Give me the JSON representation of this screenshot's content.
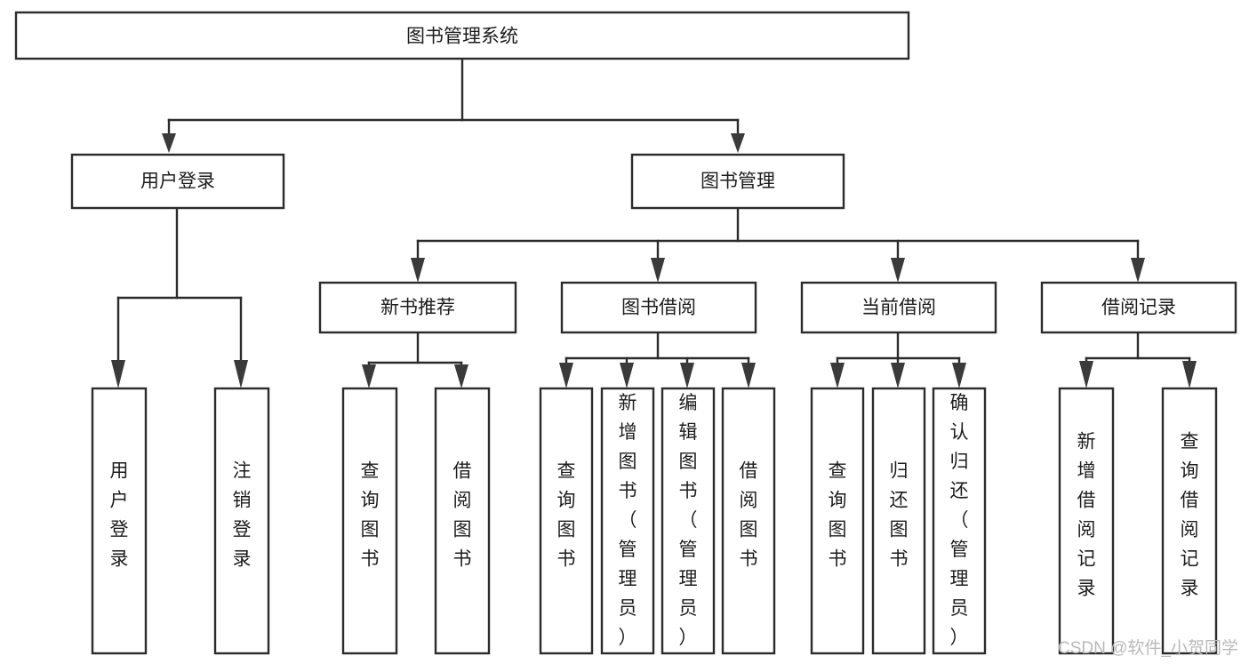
{
  "diagram": {
    "title": "图书管理系统",
    "type": "tree",
    "watermark": "CSDN @软件_小贺同学",
    "colors": {
      "box_stroke": "#2b2b2b",
      "box_fill": "#ffffff",
      "text": "#1c1c1c",
      "arrow": "#3a3a3a",
      "watermark": "#b9b9b9",
      "background": "#ffffff"
    },
    "nodes": {
      "root": {
        "label": "图书管理系统",
        "orientation": "horizontal"
      },
      "level1": [
        {
          "id": "user-login",
          "label": "用户登录",
          "orientation": "horizontal"
        },
        {
          "id": "book-manage",
          "label": "图书管理",
          "orientation": "horizontal"
        }
      ],
      "level2": [
        {
          "id": "new-book-rec",
          "label": "新书推荐",
          "orientation": "horizontal"
        },
        {
          "id": "book-borrow",
          "label": "图书借阅",
          "orientation": "horizontal"
        },
        {
          "id": "current-borrow",
          "label": "当前借阅",
          "orientation": "horizontal"
        },
        {
          "id": "borrow-record",
          "label": "借阅记录",
          "orientation": "horizontal"
        }
      ],
      "leaves": [
        {
          "id": "leaf-user-login",
          "label": "用户登录",
          "parent": "user-login",
          "orientation": "vertical",
          "align": "middle"
        },
        {
          "id": "leaf-logout",
          "label": "注销登录",
          "parent": "user-login",
          "orientation": "vertical",
          "align": "middle"
        },
        {
          "id": "leaf-query-book-1",
          "label": "查询图书",
          "parent": "new-book-rec",
          "orientation": "vertical",
          "align": "middle"
        },
        {
          "id": "leaf-borrow-book-1",
          "label": "借阅图书",
          "parent": "new-book-rec",
          "orientation": "vertical",
          "align": "middle"
        },
        {
          "id": "leaf-query-book-2",
          "label": "查询图书",
          "parent": "book-borrow",
          "orientation": "vertical",
          "align": "middle"
        },
        {
          "id": "leaf-add-book",
          "label": "新增图书（管理员）",
          "parent": "book-borrow",
          "orientation": "vertical",
          "align": "top"
        },
        {
          "id": "leaf-edit-book",
          "label": "编辑图书（管理员）",
          "parent": "book-borrow",
          "orientation": "vertical",
          "align": "top"
        },
        {
          "id": "leaf-borrow-book-2",
          "label": "借阅图书",
          "parent": "book-borrow",
          "orientation": "vertical",
          "align": "middle"
        },
        {
          "id": "leaf-query-book-3",
          "label": "查询图书",
          "parent": "current-borrow",
          "orientation": "vertical",
          "align": "middle"
        },
        {
          "id": "leaf-return-book",
          "label": "归还图书",
          "parent": "current-borrow",
          "orientation": "vertical",
          "align": "middle"
        },
        {
          "id": "leaf-confirm-return",
          "label": "确认归还（管理员）",
          "parent": "current-borrow",
          "orientation": "vertical",
          "align": "top"
        },
        {
          "id": "leaf-add-record",
          "label": "新增借阅记录",
          "parent": "borrow-record",
          "orientation": "vertical",
          "align": "middle"
        },
        {
          "id": "leaf-query-record",
          "label": "查询借阅记录",
          "parent": "borrow-record",
          "orientation": "vertical",
          "align": "middle"
        }
      ]
    }
  }
}
